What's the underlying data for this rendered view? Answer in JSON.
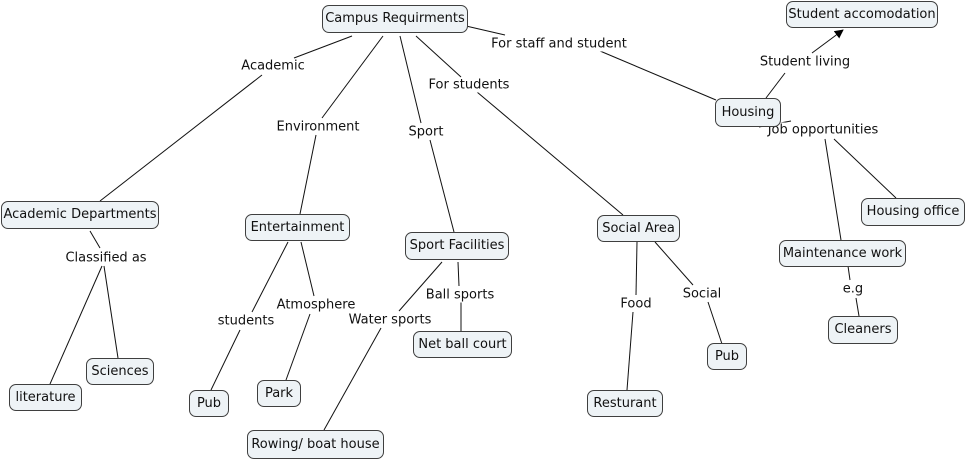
{
  "concept_map": {
    "nodes": {
      "campus": "Campus Requirments",
      "student_accomodation": "Student accomodation",
      "academic_departments": "Academic Departments",
      "entertainment": "Entertainment",
      "sport_facilities": "Sport Facilities",
      "social_area": "Social Area",
      "housing": "Housing",
      "housing_office": "Housing office",
      "maintenance_work": "Maintenance work",
      "cleaners": "Cleaners",
      "net_ball_court": "Net ball court",
      "sciences": "Sciences",
      "literature": "literature",
      "pub_entertainment": "Pub",
      "park": "Park",
      "rowing_boat_house": "Rowing/ boat house",
      "resturant": "Resturant",
      "pub_social": "Pub"
    },
    "links": {
      "academic": "Academic",
      "environment": "Environment",
      "sport": "Sport",
      "for_students": "For students",
      "for_staff_and_student": "For staff and student",
      "student_living": "Student living",
      "job_opportunities": "Job opportunities",
      "classified_as": "Classified as",
      "students": "students",
      "atmosphere": "Atmosphere",
      "water_sports": "Water sports",
      "ball_sports": "Ball sports",
      "food": "Food",
      "social": "Social",
      "eg": "e.g"
    }
  }
}
